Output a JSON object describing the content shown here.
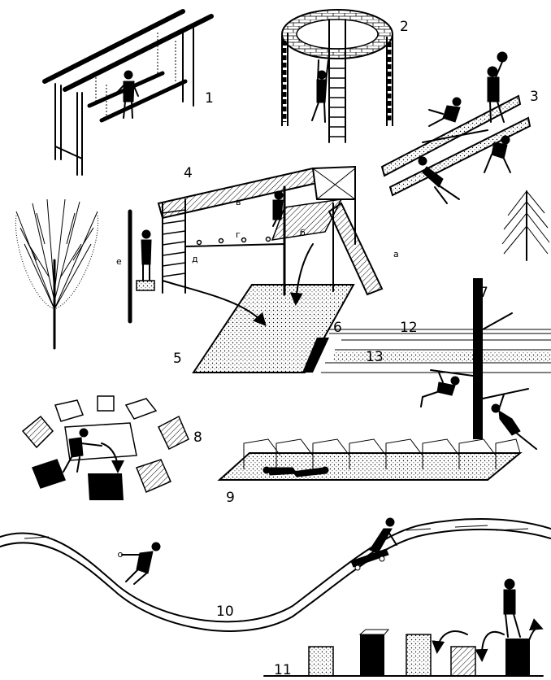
{
  "labels": {
    "n1": "1",
    "n2": "2",
    "n3": "3",
    "n4": "4",
    "n5": "5",
    "n6": "6",
    "n7": "7",
    "n8": "8",
    "n9": "9",
    "n10": "10",
    "n11": "11",
    "n12": "12",
    "n13": "13"
  },
  "letters": {
    "a": "а",
    "b": "б",
    "v": "в",
    "g": "г",
    "d": "д",
    "e": "е"
  }
}
